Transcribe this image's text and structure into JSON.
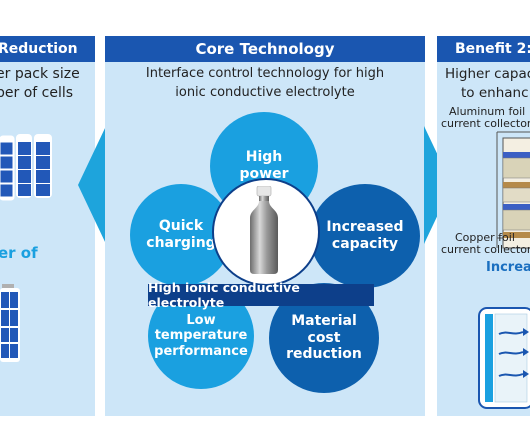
{
  "left": {
    "header": "Reduction",
    "text_line1": "er pack size",
    "text_line2": "ber of cells",
    "highlight": "er of"
  },
  "center": {
    "header": "Core Technology",
    "subtitle_line1": "Interface control technology for high",
    "subtitle_line2": "ionic conductive electrolyte",
    "banner": "High ionic conductive electrolyte",
    "circles": {
      "high_power": [
        "High",
        "power"
      ],
      "quick_charging": [
        "Quick",
        "charging"
      ],
      "increased_capacity": [
        "Increased",
        "capacity"
      ],
      "low_temperature": [
        "Low",
        "temperature",
        "performance"
      ],
      "material_cost": [
        "Material",
        "cost",
        "reduction"
      ]
    }
  },
  "right": {
    "header": "Benefit 2:",
    "text_line1": "Higher capac",
    "text_line2": "to enhanc",
    "label_aluminum_line1": "Aluminum foil",
    "label_aluminum_line2": "current collector",
    "label_copper_line1": "Copper foil",
    "label_copper_line2": "current collector",
    "highlight": "Increa"
  },
  "colors": {
    "header_blue": "#1a56b0",
    "panel_light": "#cde6f8",
    "circle_teal": "#1aa0e0",
    "circle_dark": "#0d60ad",
    "arrow_cyan": "#1ea4dc",
    "cell_blue": "#2258b8"
  }
}
